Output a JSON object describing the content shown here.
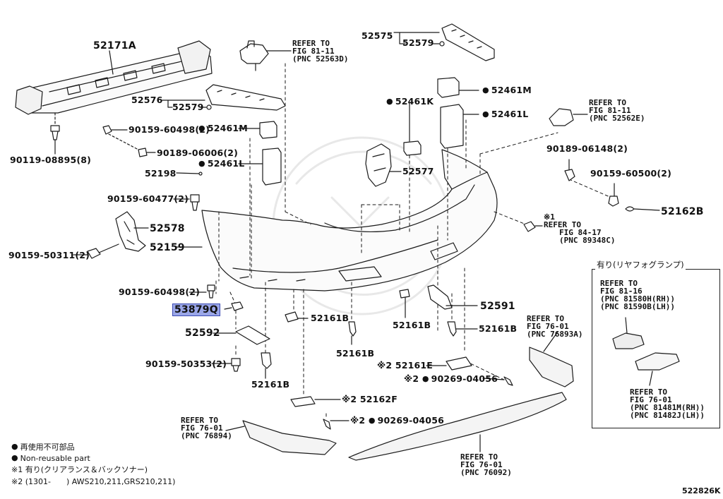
{
  "diagram": {
    "part_labels": {
      "p52171A": "52171A",
      "p52575": "52575",
      "p52579_top": "52579",
      "p52576": "52576",
      "p52579_left": "52579",
      "p52461M_right": "52461M",
      "p52461K": "52461K",
      "p52461L_right": "52461L",
      "p90159_60498_a": "90159-60498(2)",
      "p52461M_left": "52461M",
      "p90189_06006": "90189-06006(2)",
      "p90119_08895": "90119-08895(8)",
      "p52198": "52198",
      "p52461L_left": "52461L",
      "p52577": "52577",
      "p90189_06148": "90189-06148(2)",
      "p90159_60500": "90159-60500(2)",
      "p52162B": "52162B",
      "p90159_60477": "90159-60477(2)",
      "p52578": "52578",
      "p90159_50311": "90159-50311(2)",
      "p52159": "52159",
      "p90159_60498_b": "90159-60498(2)",
      "p53879Q": "53879Q",
      "p52591": "52591",
      "p52161B_a": "52161B",
      "p52592": "52592",
      "p52161B_b": "52161B",
      "p52161B_c": "52161B",
      "p52161B_d": "52161B",
      "p90159_50353": "90159-50353(2)",
      "p52161B_e": "52161B",
      "p52161E": "52161E",
      "p90269_04056_a": "90269-04056",
      "p52162F": "52162F",
      "p90269_04056_b": "90269-04056"
    },
    "marks": {
      "note1": "※1",
      "note2": "※2"
    },
    "refer_notes": {
      "r1": [
        "REFER TO",
        "FIG 81-11",
        "(PNC 52563D)"
      ],
      "r2": [
        "REFER TO",
        "FIG 81-11",
        "(PNC 52562E)"
      ],
      "r3": [
        "REFER TO",
        "FIG 84-17",
        "(PNC 89348C)"
      ],
      "r4": [
        "REFER TO",
        "FIG 76-01",
        "(PNC 76893A)"
      ],
      "r5": [
        "REFER TO",
        "FIG 76-01",
        "(PNC 76894)"
      ],
      "r6": [
        "REFER TO",
        "FIG 76-01",
        "(PNC 76092)"
      ]
    },
    "inset": {
      "title": "有り(リヤフォグランプ)",
      "ref_a": [
        "REFER TO",
        "FIG 81-16",
        "(PNC 81580H(RH))",
        "(PNC 81590B(LH))"
      ],
      "ref_b": [
        "REFER TO",
        "FIG 76-01",
        "(PNC 81481M(RH))",
        "(PNC 81482J(LH))"
      ]
    },
    "legend": {
      "line1": "再使用不可部品",
      "line2": "Non-reusable part",
      "line3": "※1 有り(クリアランス＆バックソナー)",
      "line4": "※2 (1301-　　) AWS210,211,GRS210,211)"
    },
    "figure_id": "522826K"
  }
}
